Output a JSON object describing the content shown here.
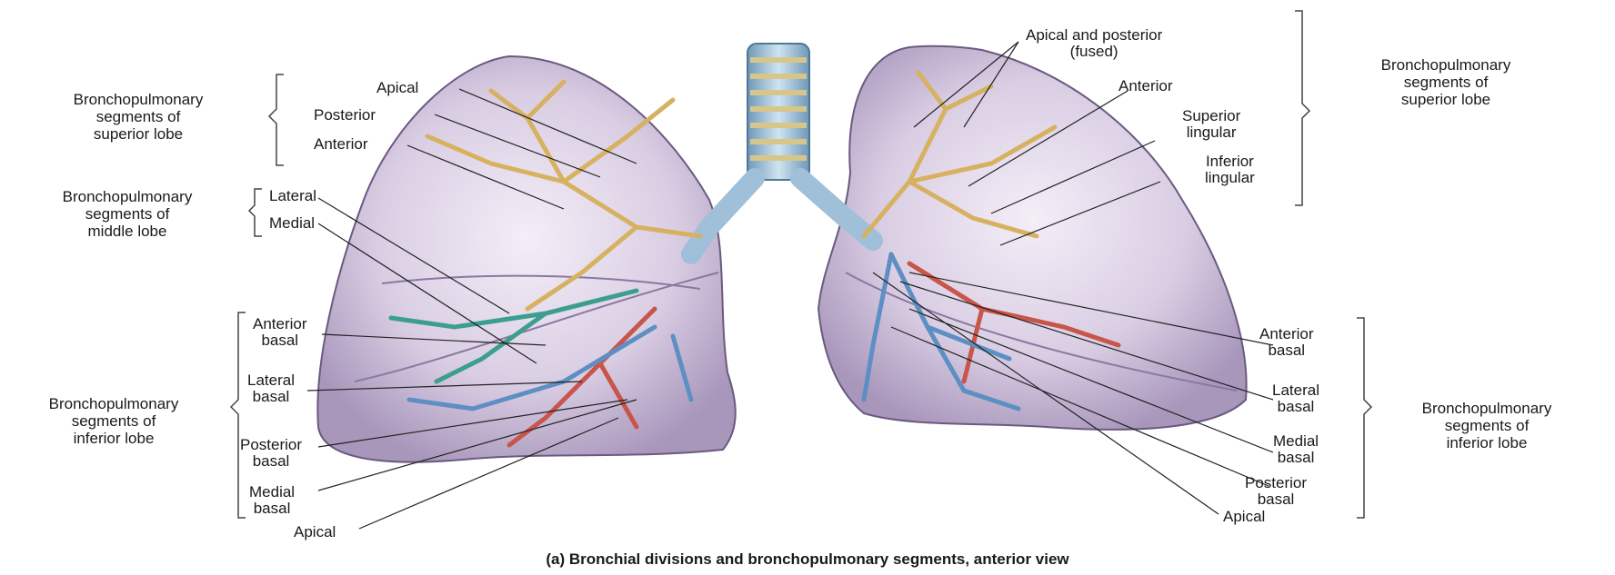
{
  "caption": "(a) Bronchial divisions and bronchopulmonary segments, anterior view",
  "groups": {
    "left_superior": "Bronchopulmonary\nsegments of\nsuperior lobe",
    "left_middle": "Bronchopulmonary\nsegments of\nmiddle lobe",
    "left_inferior": "Bronchopulmonary\nsegments of\ninferior lobe",
    "right_superior": "Bronchopulmonary\nsegments of\nsuperior lobe",
    "right_inferior": "Bronchopulmonary\nsegments of\ninferior lobe"
  },
  "labels": {
    "apical": "Apical",
    "posterior": "Posterior",
    "anterior": "Anterior",
    "lateral": "Lateral",
    "medial": "Medial",
    "anterior_basal": "Anterior\nbasal",
    "lateral_basal": "Lateral\nbasal",
    "posterior_basal": "Posterior\nbasal",
    "medial_basal": "Medial\nbasal",
    "apical_bottom": "Apical",
    "r_apical_posterior": "Apical and posterior\n(fused)",
    "r_anterior": "Anterior",
    "r_superior_lingular": "Superior\nlingular",
    "r_inferior_lingular": "Inferior\nlingular",
    "r_anterior_basal": "Anterior\nbasal",
    "r_lateral_basal": "Lateral\nbasal",
    "r_medial_basal": "Medial\nbasal",
    "r_posterior_basal": "Posterior\nbasal",
    "r_apical": "Apical"
  }
}
